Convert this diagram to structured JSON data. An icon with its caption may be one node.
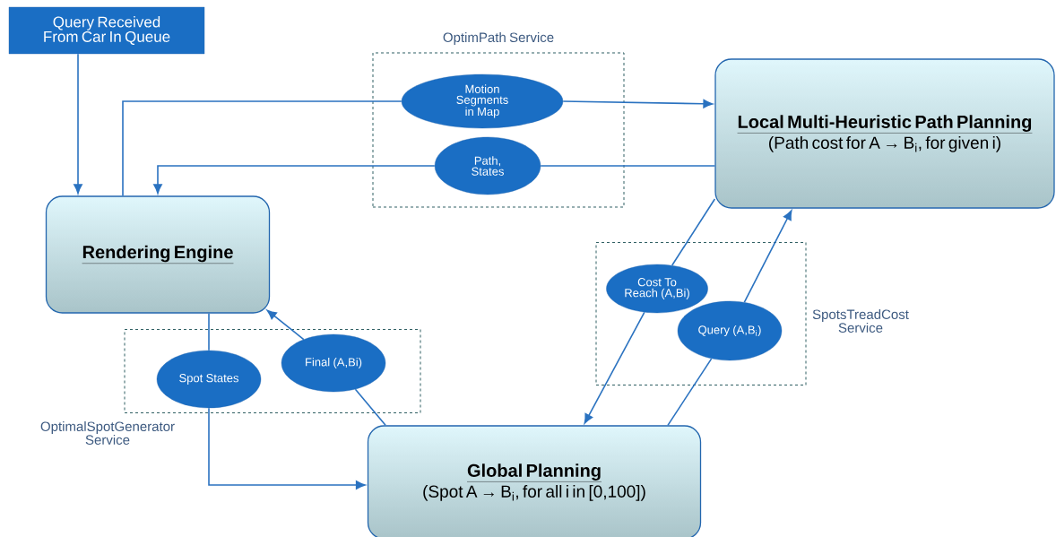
{
  "diagram": {
    "nodes": [
      {
        "text": [
          "Query Received From Car In Queue"
        ]
      },
      {
        "text": [
          "OptimPath Service"
        ]
      },
      {
        "text": [
          "Motion Segments in Map"
        ],
        "in": 1
      },
      {
        "text": [
          "Path, States"
        ],
        "in": 1
      },
      {
        "text": [
          "Local Multi-Heuristic Path Planning",
          "(Path cost for A → B$_{i}$, for given i)"
        ]
      },
      {
        "text": [
          "Rendering Engine"
        ]
      },
      {
        "text": [
          "SpotsTreadCost Service"
        ]
      },
      {
        "text": [
          "Cost To Reach (A,Bi)"
        ],
        "in": 6
      },
      {
        "text": [
          "Query (A,B$_{i}$)"
        ],
        "in": 6
      },
      {
        "text": [
          "OptimalSpotGenerator Service"
        ]
      },
      {
        "text": [
          "Spot States"
        ],
        "in": 9
      },
      {
        "text": [
          "Final (A,Bi)"
        ],
        "in": 9
      },
      {
        "text": [
          "Global Planning",
          "(Spot A → B$_{i}$, for all i in [0,100])"
        ]
      }
    ],
    "edges": [
      {
        "from": 0,
        "to": 5,
        "arrow": "to"
      },
      {
        "from": 5,
        "to": 2,
        "arrow": "none"
      },
      {
        "from": 2,
        "to": 4,
        "arrow": "to"
      },
      {
        "from": 4,
        "to": 3,
        "arrow": "none"
      },
      {
        "from": 3,
        "to": 5,
        "arrow": "to"
      },
      {
        "from": 4,
        "to": 7,
        "arrow": "none"
      },
      {
        "from": 7,
        "to": 12,
        "arrow": "to"
      },
      {
        "from": 12,
        "to": 8,
        "arrow": "none"
      },
      {
        "from": 8,
        "to": 4,
        "arrow": "to"
      },
      {
        "from": 5,
        "to": 10,
        "arrow": "none"
      },
      {
        "from": 10,
        "to": 12,
        "arrow": "to"
      },
      {
        "from": 12,
        "to": 11,
        "arrow": "none"
      },
      {
        "from": 11,
        "to": 5,
        "arrow": "to"
      }
    ]
  }
}
